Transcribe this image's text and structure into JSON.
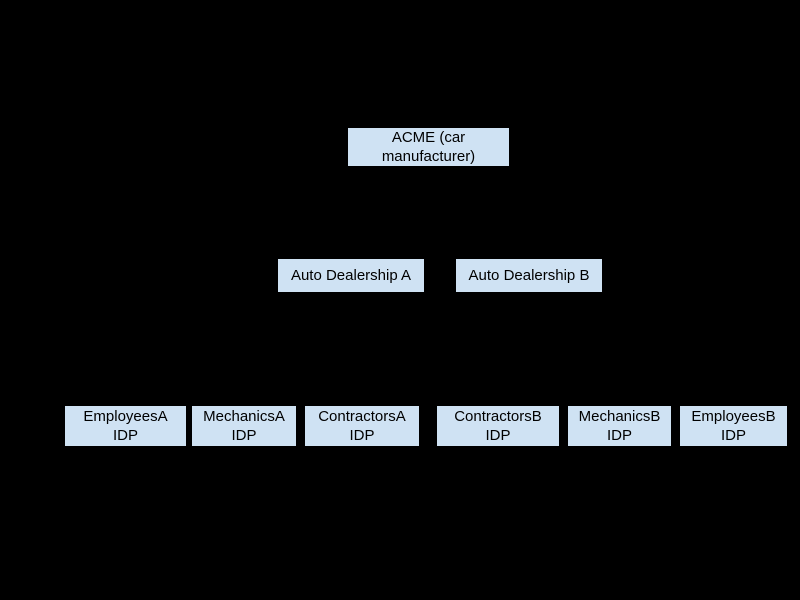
{
  "diagram": {
    "colors": {
      "background": "#000000",
      "node_fill": "#cfe2f3",
      "node_text": "#000000"
    },
    "nodes": {
      "acme": {
        "label": "ACME (car\nmanufacturer)"
      },
      "dealership_a": {
        "label": "Auto Dealership A"
      },
      "dealership_b": {
        "label": "Auto Dealership B"
      },
      "employees_a": {
        "label": "EmployeesA\nIDP"
      },
      "mechanics_a": {
        "label": "MechanicsA\nIDP"
      },
      "contractors_a": {
        "label": "ContractorsA\nIDP"
      },
      "contractors_b": {
        "label": "ContractorsB\nIDP"
      },
      "mechanics_b": {
        "label": "MechanicsB\nIDP"
      },
      "employees_b": {
        "label": "EmployeesB\nIDP"
      }
    }
  }
}
